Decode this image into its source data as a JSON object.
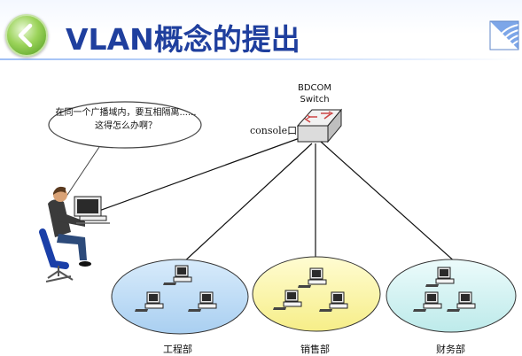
{
  "slide": {
    "title": "VLAN概念的提出",
    "back_icon": "back-arrow-icon",
    "logo_icon": "slide-logo-icon"
  },
  "diagram": {
    "switch": {
      "brand": "BDCOM",
      "name": "Switch",
      "console_label": "console口"
    },
    "speech_bubble": {
      "line1": "在同一个广播域内，要互相隔离......",
      "line2": "这得怎么办啊？"
    },
    "groups": [
      {
        "label": "工程部",
        "color": "#bfdcf6"
      },
      {
        "label": "销售部",
        "color": "#fbf6a9"
      },
      {
        "label": "财务部",
        "color": "#d2f3f3"
      }
    ],
    "colors": {
      "title": "#1f3f9e",
      "line": "#111111"
    }
  }
}
